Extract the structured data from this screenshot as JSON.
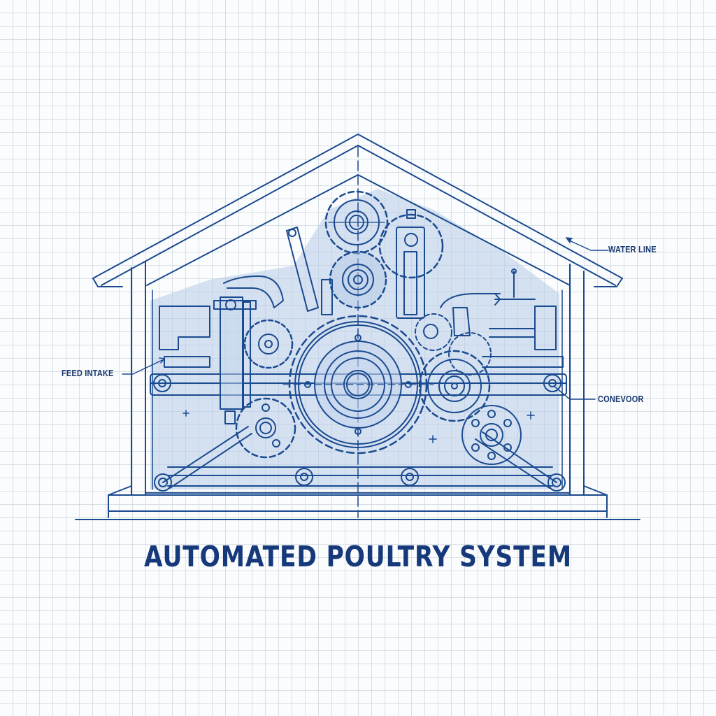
{
  "diagram": {
    "title": "AUTOMATED POULTRY SYSTEM",
    "style": "blueprint on grid paper",
    "colors": {
      "ink": "#1a4a8f",
      "title": "#15397a",
      "label": "#17386f",
      "wash": "#a9c2e3",
      "paper": "#fbfcfd",
      "grid": "#bec8d4"
    },
    "callouts": [
      {
        "id": "water-line",
        "label": "WATER LINE",
        "side": "right"
      },
      {
        "id": "feed-intake",
        "label": "FEED INTAKE",
        "side": "left"
      },
      {
        "id": "conveyor",
        "label": "CONEVOOR",
        "side": "right"
      }
    ],
    "components": [
      "house-roof",
      "house-walls",
      "base-platform",
      "ground-line",
      "main-gear",
      "upper-gear",
      "mid-gear",
      "left-gear",
      "lower-left-gear",
      "right-gear",
      "flywheel",
      "vertical-cylinder-left",
      "vertical-cylinder-right",
      "feed-chute",
      "lever-arm",
      "conveyor-rollers",
      "water-nozzle"
    ]
  }
}
